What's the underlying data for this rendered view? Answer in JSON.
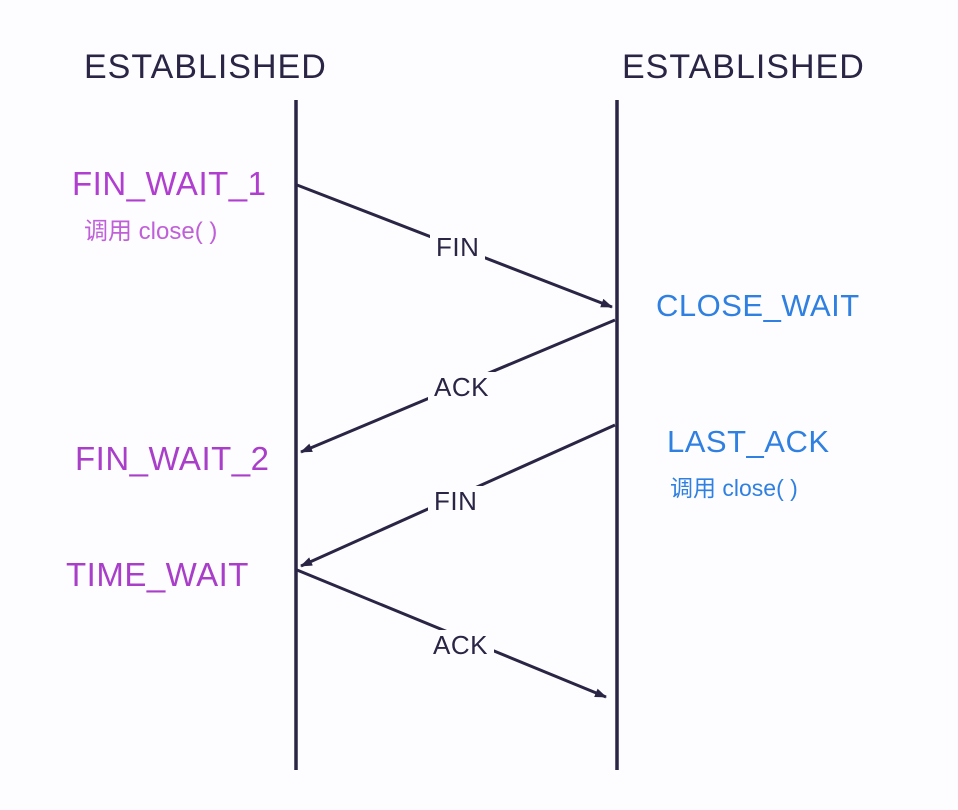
{
  "diagram": {
    "title": "TCP four-way handshake (connection termination) sequence diagram",
    "background_color": "#fdfdff",
    "line_color": "#2b2545",
    "client_color": "#b03fd0",
    "server_color": "#2f80e0"
  },
  "endpoints": {
    "left": {
      "title": "ESTABLISHED"
    },
    "right": {
      "title": "ESTABLISHED"
    }
  },
  "left_states": [
    {
      "name": "FIN_WAIT_1",
      "note": "调用 close( )"
    },
    {
      "name": "FIN_WAIT_2",
      "note": ""
    },
    {
      "name": "TIME_WAIT",
      "note": ""
    }
  ],
  "right_states": [
    {
      "name": "CLOSE_WAIT",
      "note": ""
    },
    {
      "name": "LAST_ACK",
      "note": "调用 close( )"
    }
  ],
  "messages": [
    {
      "label": "FIN",
      "direction": "left-to-right"
    },
    {
      "label": "ACK",
      "direction": "right-to-left"
    },
    {
      "label": "FIN",
      "direction": "right-to-left"
    },
    {
      "label": "ACK",
      "direction": "left-to-right"
    }
  ]
}
